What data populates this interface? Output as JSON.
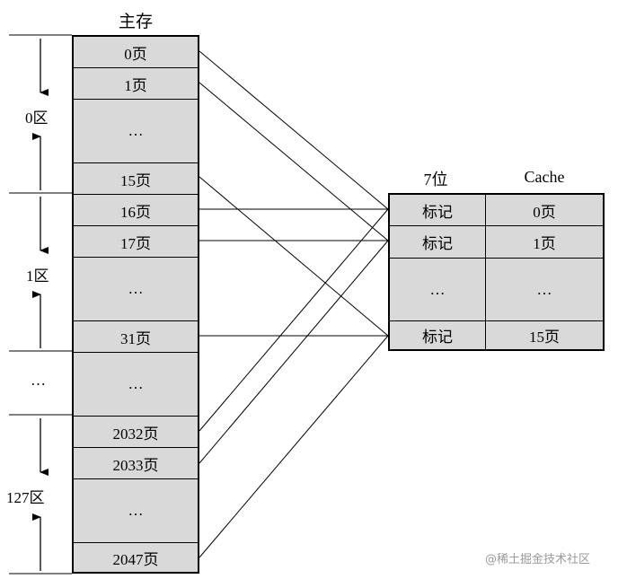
{
  "main_memory": {
    "title": "主存",
    "rows": [
      "0页",
      "1页",
      "…",
      "15页",
      "16页",
      "17页",
      "…",
      "31页",
      "…",
      "2032页",
      "2033页",
      "…",
      "2047页"
    ]
  },
  "zones": [
    "0区",
    "1区",
    "…",
    "127区"
  ],
  "cache": {
    "tag_header": "7位",
    "data_header": "Cache",
    "rows": [
      {
        "tag": "标记",
        "page": "0页"
      },
      {
        "tag": "标记",
        "page": "1页"
      },
      {
        "tag": "…",
        "page": "…"
      },
      {
        "tag": "标记",
        "page": "15页"
      }
    ]
  },
  "watermark": "@稀土掘金技术社区"
}
